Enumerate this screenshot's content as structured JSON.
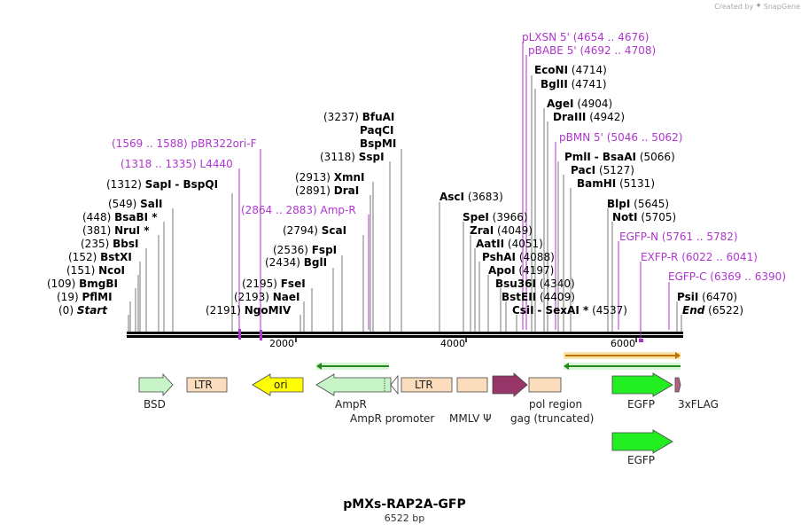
{
  "watermark": {
    "prefix": "Created by",
    "brand": "SnapGene"
  },
  "plasmid": {
    "name": "pMXs-RAP2A-GFP",
    "length_text": "6522 bp",
    "length_bp": 6522
  },
  "ruler": {
    "ticks": [
      "2000",
      "4000",
      "6000"
    ]
  },
  "enzyme_labels": [
    {
      "pos": "(0)",
      "name": "Start",
      "italic": true,
      "bp": 0
    },
    {
      "pos": "(19)",
      "name": "PflMI",
      "bp": 19
    },
    {
      "pos": "(109)",
      "name": "BmgBI",
      "bp": 109
    },
    {
      "pos": "(151)",
      "name": "NcoI",
      "bp": 151
    },
    {
      "pos": "(152)",
      "name": "BstXI",
      "bp": 152
    },
    {
      "pos": "(235)",
      "name": "BbsI",
      "bp": 235
    },
    {
      "pos": "(381)",
      "name": "NruI *",
      "bp": 381
    },
    {
      "pos": "(448)",
      "name": "BsaBI *",
      "bp": 448
    },
    {
      "pos": "(549)",
      "name": "SalI",
      "bp": 549
    },
    {
      "pos": "(1312)",
      "name": "SapI",
      "extra": "-  BspQI",
      "bp": 1312
    },
    {
      "pos": "(2191)",
      "name": "NgoMIV",
      "bp": 2191
    },
    {
      "pos": "(2193)",
      "name": "NaeI",
      "bp": 2193
    },
    {
      "pos": "(2195)",
      "name": "FseI",
      "bp": 2195
    },
    {
      "pos": "(2434)",
      "name": "BglI",
      "bp": 2434
    },
    {
      "pos": "(2536)",
      "name": "FspI",
      "bp": 2536
    },
    {
      "pos": "(2794)",
      "name": "ScaI",
      "bp": 2794
    },
    {
      "pos": "(2891)",
      "name": "DraI",
      "bp": 2891
    },
    {
      "pos": "(2913)",
      "name": "XmnI",
      "bp": 2913
    },
    {
      "pos": "(3118)",
      "name": "SspI",
      "bp": 3118
    },
    {
      "pos": "",
      "name": "BspMI",
      "bp": 3237
    },
    {
      "pos": "",
      "name": "PaqCI",
      "bp": 3237
    },
    {
      "pos": "(3237)",
      "name": "BfuAI",
      "bp": 3237
    },
    {
      "pos": "(3683)",
      "name": "AscI",
      "bp": 3683
    },
    {
      "pos": "(3966)",
      "name": "SpeI",
      "bp": 3966
    },
    {
      "pos": "(4049)",
      "name": "ZraI",
      "bp": 4049
    },
    {
      "pos": "(4051)",
      "name": "AatII",
      "bp": 4051
    },
    {
      "pos": "(4088)",
      "name": "PshAI",
      "bp": 4088
    },
    {
      "pos": "(4197)",
      "name": "ApoI",
      "bp": 4197
    },
    {
      "pos": "(4340)",
      "name": "Bsu36I",
      "bp": 4340
    },
    {
      "pos": "(4409)",
      "name": "BstEII",
      "bp": 4409
    },
    {
      "pos": "",
      "name": "CsiI",
      "extra": "-  SexAI *",
      "pos_after": "(4537)",
      "bp": 4537
    },
    {
      "pos": "(4714)",
      "name": "EcoNI",
      "bp": 4714
    },
    {
      "pos": "(4741)",
      "name": "BglII",
      "bp": 4741
    },
    {
      "pos": "(4904)",
      "name": "AgeI",
      "bp": 4904
    },
    {
      "pos": "(4942)",
      "name": "DraIII",
      "bp": 4942
    },
    {
      "pos": "(5066)",
      "name": "PmlI",
      "extra": "-  BsaAI",
      "bp": 5066
    },
    {
      "pos": "(5127)",
      "name": "PacI",
      "bp": 5127
    },
    {
      "pos": "(5131)",
      "name": "BamHI",
      "bp": 5131
    },
    {
      "pos": "(5645)",
      "name": "BlpI",
      "bp": 5645
    },
    {
      "pos": "(5705)",
      "name": "NotI",
      "bp": 5705
    },
    {
      "pos": "(6470)",
      "name": "PsiI",
      "bp": 6470
    },
    {
      "pos": "(6522)",
      "name": "End",
      "italic": true,
      "bp": 6522
    }
  ],
  "primers": [
    {
      "name": "pBR322ori-F",
      "range": "(1569 .. 1588)"
    },
    {
      "name": "L4440",
      "range": "(1318 .. 1335)"
    },
    {
      "name": "Amp-R",
      "range": "(2864 .. 2883)"
    },
    {
      "name": "pLXSN 5'",
      "range": "(4654 .. 4676)"
    },
    {
      "name": "pBABE 5'",
      "range": "(4692 .. 4708)"
    },
    {
      "name": "pBMN 5'",
      "range": "(5046 .. 5062)"
    },
    {
      "name": "EGFP-N",
      "range": "(5761 .. 5782)"
    },
    {
      "name": "EXFP-R",
      "range": "(6022 .. 6041)"
    },
    {
      "name": "EGFP-C",
      "range": "(6369 .. 6390)"
    }
  ],
  "features": [
    {
      "name": "BSD",
      "color": "#c8f5c8"
    },
    {
      "name": "LTR",
      "color": "#fbdcbc"
    },
    {
      "name": "ori",
      "color": "#ffff00"
    },
    {
      "name": "AmpR",
      "color": "#c8f5c8"
    },
    {
      "name": "AmpR promoter",
      "color": "#ffffff"
    },
    {
      "name": "LTR",
      "color": "#fbdcbc"
    },
    {
      "name": "MMLV Ψ",
      "color": "#fbdcbc"
    },
    {
      "name": "gag (truncated)",
      "color": "#953568"
    },
    {
      "name": "pol region",
      "color": "#fbdcbc"
    },
    {
      "name": "EGFP",
      "color": "#22ee22"
    },
    {
      "name": "3xFLAG",
      "color": "#b06080"
    },
    {
      "name": "EGFP",
      "color": "#22ee22"
    }
  ],
  "colors": {
    "primer": "#b035d0",
    "backbone": "#000000",
    "orange_bar": "#f0a020",
    "green_bar": "#22aa22"
  }
}
